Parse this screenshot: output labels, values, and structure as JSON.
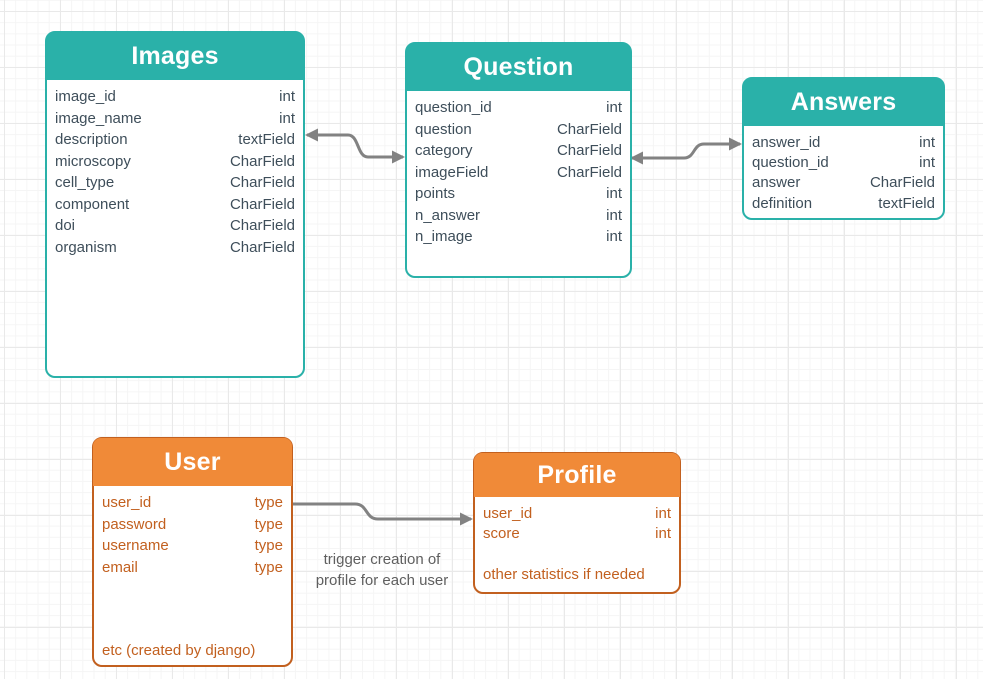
{
  "diagram": {
    "tables": {
      "images": {
        "title": "Images",
        "fields": [
          {
            "name": "image_id",
            "type": "int"
          },
          {
            "name": "image_name",
            "type": "int"
          },
          {
            "name": "description",
            "type": "textField"
          },
          {
            "name": "microscopy",
            "type": "CharField"
          },
          {
            "name": "cell_type",
            "type": "CharField"
          },
          {
            "name": "component",
            "type": "CharField"
          },
          {
            "name": "doi",
            "type": "CharField"
          },
          {
            "name": "organism",
            "type": "CharField"
          }
        ]
      },
      "question": {
        "title": "Question",
        "fields": [
          {
            "name": "question_id",
            "type": "int"
          },
          {
            "name": "question",
            "type": "CharField"
          },
          {
            "name": "category",
            "type": "CharField"
          },
          {
            "name": "imageField",
            "type": "CharField"
          },
          {
            "name": "points",
            "type": "int"
          },
          {
            "name": "n_answer",
            "type": "int"
          },
          {
            "name": "n_image",
            "type": "int"
          }
        ]
      },
      "answers": {
        "title": "Answers",
        "fields": [
          {
            "name": "answer_id",
            "type": "int"
          },
          {
            "name": "question_id",
            "type": "int"
          },
          {
            "name": "answer",
            "type": "CharField"
          },
          {
            "name": "definition",
            "type": "textField"
          }
        ]
      },
      "user": {
        "title": "User",
        "fields": [
          {
            "name": "user_id",
            "type": "type"
          },
          {
            "name": "password",
            "type": "type"
          },
          {
            "name": "username",
            "type": "type"
          },
          {
            "name": "email",
            "type": "type"
          }
        ],
        "note": "etc (created by django)"
      },
      "profile": {
        "title": "Profile",
        "fields": [
          {
            "name": "user_id",
            "type": "int"
          },
          {
            "name": "score",
            "type": "int"
          }
        ],
        "note": "other statistics if needed"
      }
    },
    "connectors": {
      "user_profile_label": {
        "line1": "trigger creation of",
        "line2": "profile for each user"
      }
    },
    "colors": {
      "teal": "#2ab1a9",
      "orange_fill": "#f08a38",
      "orange_border": "#c2601f",
      "teal_text": "#3e4e5a",
      "orange_text": "#c2601f",
      "connector_gray": "#828282"
    }
  }
}
